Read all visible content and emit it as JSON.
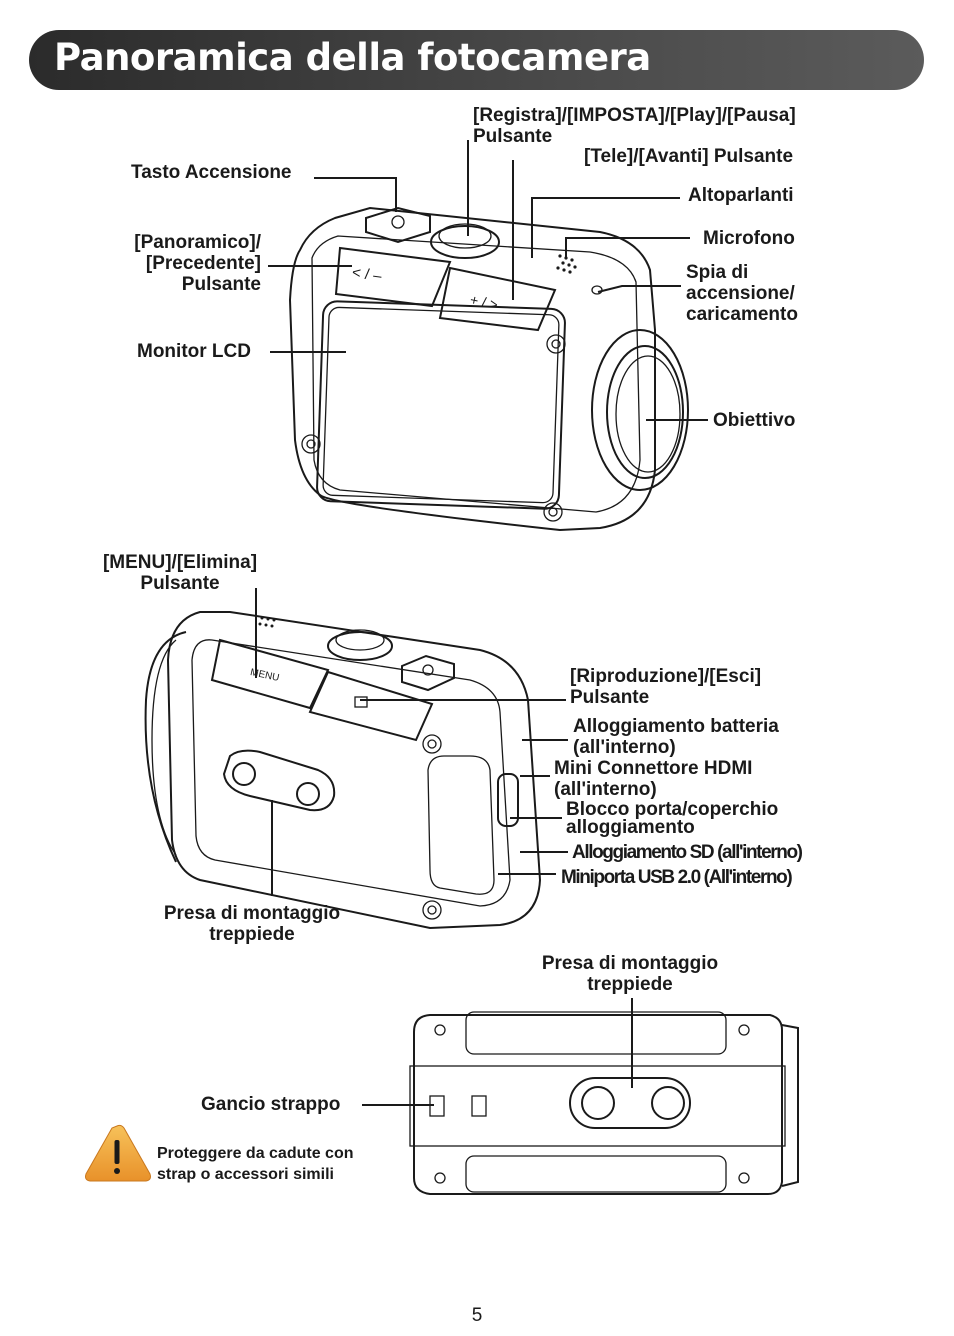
{
  "title": "Panoramica della fotocamera",
  "top_view": {
    "record_button": [
      "[Registra]/[IMPOSTA]/[Play]/[Pausa]",
      "Pulsante"
    ],
    "tele_button": "[Tele]/[Avanti] Pulsante",
    "power_key": "Tasto Accensione",
    "speakers": "Altoparlanti",
    "panoramic_button": [
      "[Panoramico]/",
      "[Precedente]",
      "Pulsante"
    ],
    "microphone": "Microfono",
    "power_led": [
      "Spia di",
      "accensione/",
      "caricamento"
    ],
    "lcd_monitor": "Monitor LCD",
    "lens": "Obiettivo",
    "btn_left_glyph": "< / –",
    "btn_right_glyph": "+ / >"
  },
  "side_view": {
    "menu_button": [
      "[MENU]/[Elimina]",
      "Pulsante"
    ],
    "menu_glyph": "MENU",
    "playback_button": [
      "[Riproduzione]/[Esci]",
      "Pulsante"
    ],
    "battery_compartment": [
      "Alloggiamento batteria",
      "(all'interno)"
    ],
    "hdmi_connector": [
      "Mini Connettore HDMI",
      "(all'interno)"
    ],
    "port_lock": [
      "Blocco porta/coperchio",
      "alloggiamento"
    ],
    "sd_slot": "Alloggiamento SD (all'interno)",
    "usb_port": "Miniporta USB 2.0 (All'interno)",
    "tripod_mount": [
      "Presa di montaggio",
      "treppiede"
    ]
  },
  "bottom_view": {
    "tripod_mount": [
      "Presa di montaggio",
      "treppiede"
    ],
    "strap_hook": "Gancio strappo"
  },
  "warning": {
    "icon": "warning-triangle-icon",
    "text": [
      "Proteggere da cadute con",
      "strap o accessori simili"
    ]
  },
  "page_number": "5",
  "colors": {
    "title_bar": "#3a3a3a",
    "warning_icon": "#f2a93b"
  }
}
